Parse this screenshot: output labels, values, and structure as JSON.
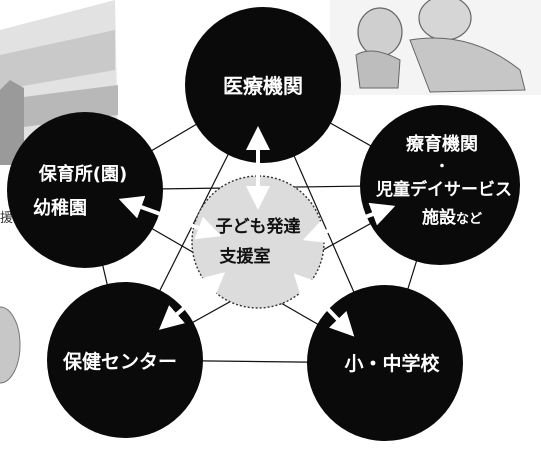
{
  "center": {
    "line1": "子ども発達",
    "line2": "支援室"
  },
  "nodes": {
    "medical": {
      "label": "医療機関"
    },
    "therapy": {
      "line1": "療育機関",
      "line2": "・",
      "line3": "児童デイサービス",
      "line4_main": "施設",
      "line4_suffix": "など"
    },
    "nursery": {
      "line1": "保育所(園)",
      "line2": "幼稚園"
    },
    "health_center": {
      "label": "保健センター"
    },
    "school": {
      "label": "小・中学校"
    }
  },
  "background_fragment": {
    "left_text": "援"
  },
  "colors": {
    "node_fill": "#0a0a0a",
    "node_text": "#ffffff",
    "center_fill": "#dcdcdc",
    "arrow": "#ffffff",
    "network_line": "#111111"
  }
}
